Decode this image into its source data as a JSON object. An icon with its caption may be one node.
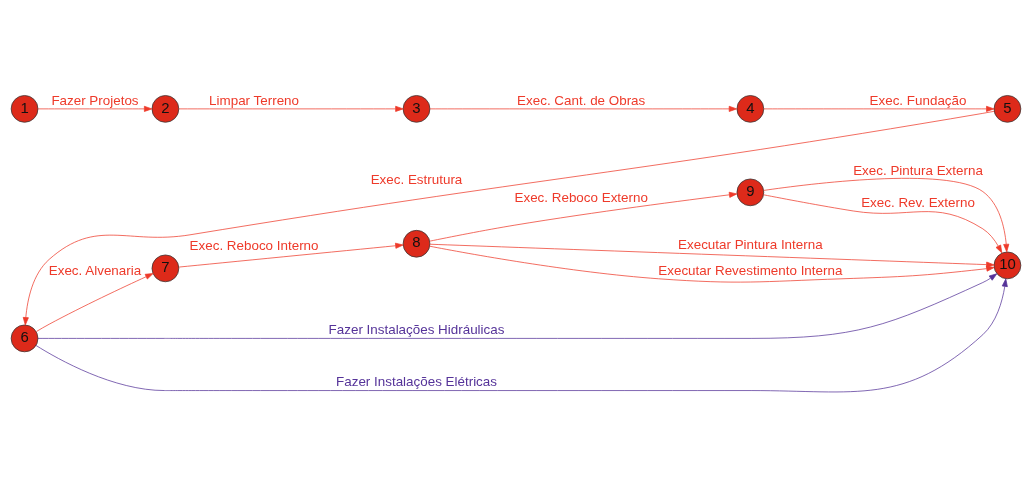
{
  "diagram": {
    "nodes": [
      {
        "text": [
          "1"
        ]
      },
      {
        "text": [
          "2"
        ]
      },
      {
        "text": [
          "3"
        ]
      },
      {
        "text": [
          "4"
        ]
      },
      {
        "text": [
          "5"
        ]
      },
      {
        "text": [
          "6"
        ]
      },
      {
        "text": [
          "7"
        ]
      },
      {
        "text": [
          "8"
        ]
      },
      {
        "text": [
          "9"
        ]
      },
      {
        "text": [
          "10"
        ]
      }
    ],
    "edges": [
      {
        "from": 0,
        "to": 1,
        "arrow": "to",
        "label": "Fazer Projetos"
      },
      {
        "from": 1,
        "to": 2,
        "arrow": "to",
        "label": "Limpar Terreno"
      },
      {
        "from": 2,
        "to": 3,
        "arrow": "to",
        "label": "Exec. Cant. de Obras"
      },
      {
        "from": 3,
        "to": 4,
        "arrow": "to",
        "label": "Exec. Fundação"
      },
      {
        "from": 4,
        "to": 5,
        "arrow": "to",
        "label": "Exec. Estrutura"
      },
      {
        "from": 5,
        "to": 6,
        "arrow": "to",
        "label": "Exec. Alvenaria"
      },
      {
        "from": 6,
        "to": 7,
        "arrow": "to",
        "label": "Exec. Reboco Interno"
      },
      {
        "from": 7,
        "to": 8,
        "arrow": "to",
        "label": "Exec. Reboco Externo"
      },
      {
        "from": 8,
        "to": 9,
        "arrow": "to",
        "label": "Exec. Pintura Externa"
      },
      {
        "from": 8,
        "to": 9,
        "arrow": "to",
        "label": "Exec. Rev. Externo"
      },
      {
        "from": 7,
        "to": 9,
        "arrow": "to",
        "label": "Executar Pintura Interna"
      },
      {
        "from": 7,
        "to": 9,
        "arrow": "to",
        "label": "Executar Revestimento Interna"
      },
      {
        "from": 5,
        "to": 9,
        "arrow": "to",
        "label": "Fazer Instalações Hidráulicas",
        "color": "#553399"
      },
      {
        "from": 5,
        "to": 9,
        "arrow": "to",
        "label": "Fazer Instalações Elétricas",
        "color": "#553399"
      }
    ]
  }
}
